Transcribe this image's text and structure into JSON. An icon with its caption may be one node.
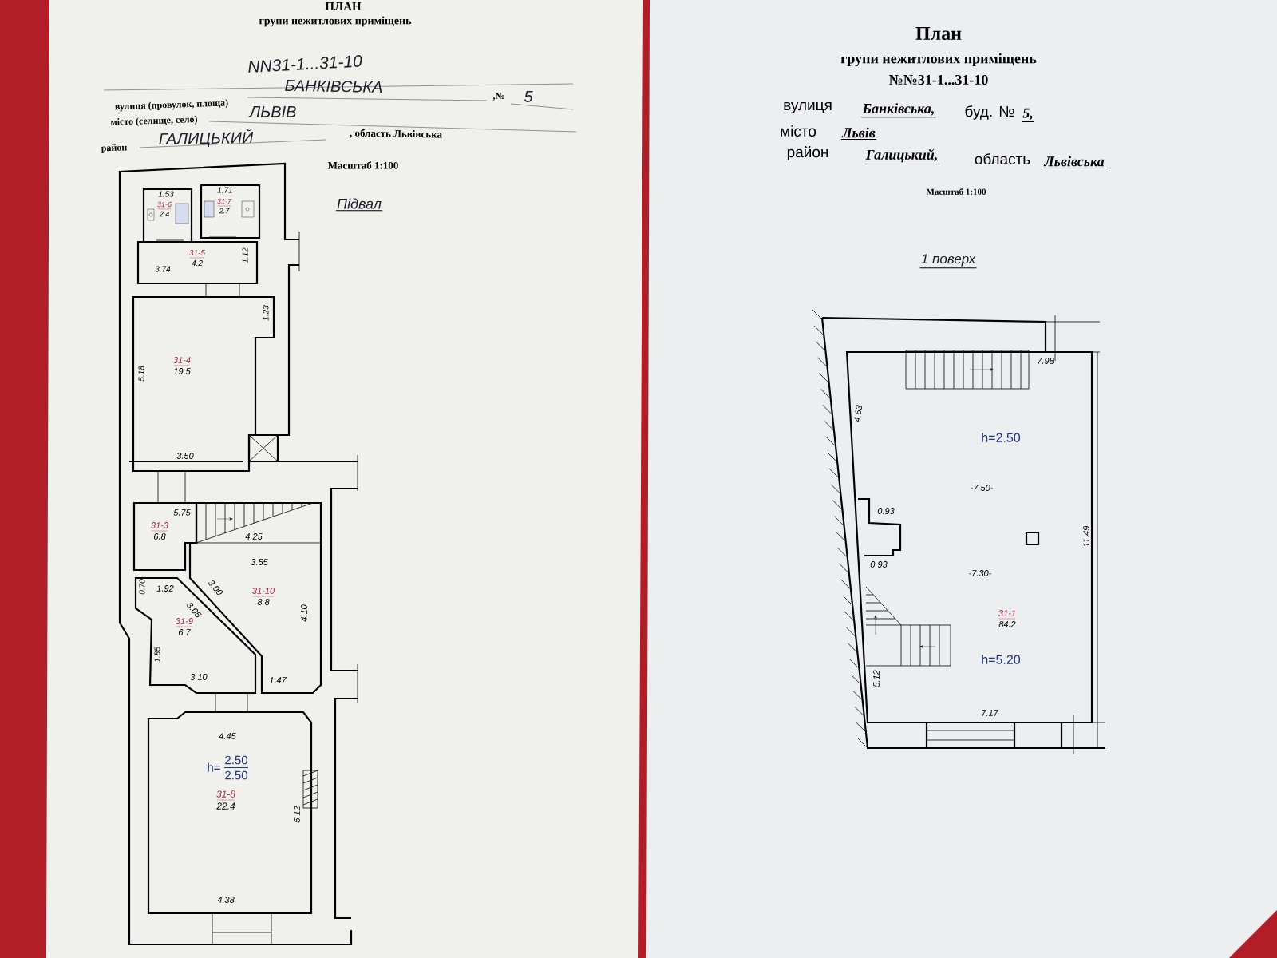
{
  "diagram": {
    "nodes": [
      {
        "text": [
          "31-6",
          "2.4"
        ]
      },
      {
        "text": [
          "31-7",
          "2.7"
        ]
      },
      {
        "text": [
          "31-5",
          "4.2"
        ]
      },
      {
        "text": [
          "31-4",
          "19.5"
        ]
      },
      {
        "text": [
          "31-3",
          "6.8"
        ]
      },
      {
        "text": [
          "31-10",
          "8.8"
        ]
      },
      {
        "text": [
          "31-9",
          "6.7"
        ]
      },
      {
        "text": [
          "31-8",
          "22.4"
        ]
      },
      {
        "text": [
          "31-1",
          "84.2"
        ]
      }
    ],
    "labels": [
      "ПЛАН",
      "групи нежитлових приміщень",
      "NN31-1...31-10",
      "вулиця (провулок, площа)",
      "БАНКІВСЬКА",
      ",№",
      "5",
      "місто (селище, село)",
      "ЛЬВІВ",
      "район",
      "ГАЛИЦЬКИЙ",
      ", область Львівська",
      "Масштаб 1:100",
      "Підвал",
      "1.53",
      "1.71",
      "3.74",
      "1.12",
      "1.23",
      "5.18",
      "3.50",
      "5.75",
      "4.25",
      "3.55",
      "0.70",
      "1.92",
      "3.00",
      "3.05",
      "1.85",
      "3.10",
      "1.47",
      "4.10",
      "4.45",
      "h=",
      "2.50",
      "2.50",
      "5.12",
      "4.38",
      "План",
      "групи нежитлових приміщень",
      "№№31-1...31-10",
      "вулиця",
      "Банківська,",
      "буд. №",
      "5,",
      "місто",
      "Львів",
      "район",
      "Галицький,",
      "область",
      "Львівська",
      "Масштаб 1:100",
      "1 поверх",
      "7.98",
      "4.63",
      "h=2.50",
      "-7.50-",
      "0.93",
      "11.49",
      "0.93",
      "-7.30-",
      "h=5.20",
      "5.12",
      "7.17"
    ]
  }
}
